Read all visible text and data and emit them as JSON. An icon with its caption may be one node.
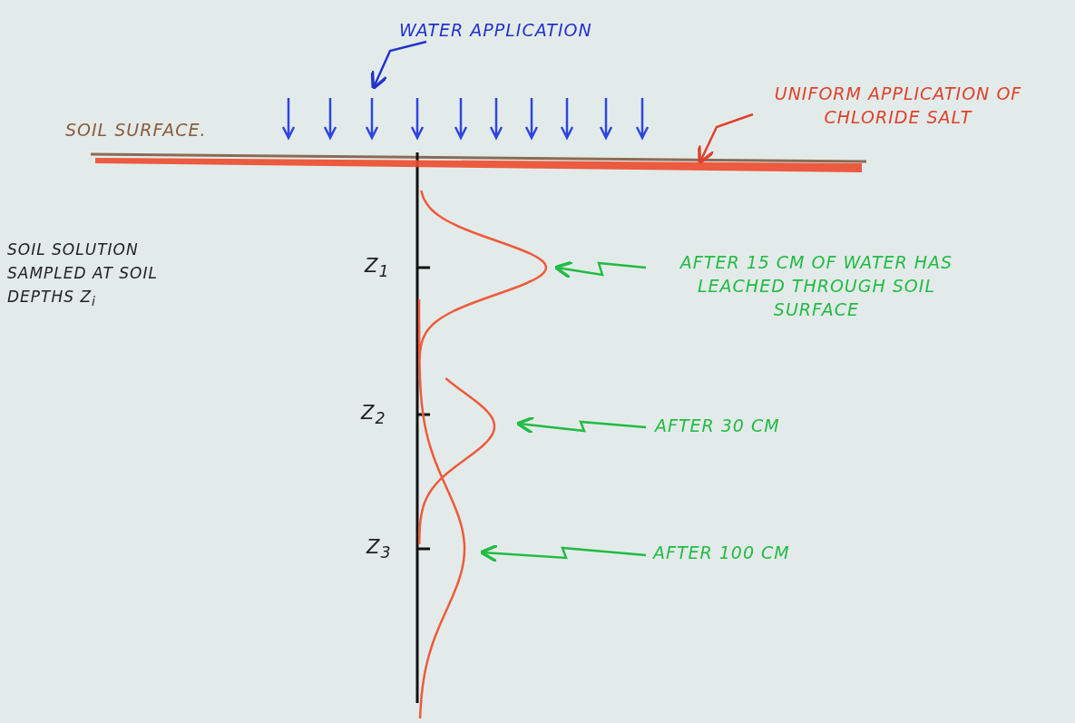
{
  "diagram": {
    "nodes": [
      {
        "text": [
          "WATER APPLICATION"
        ]
      },
      {
        "text": [
          "UNIFORM APPLICATION OF CHLORIDE SALT"
        ]
      },
      {
        "text": [],
        "shape": "bar"
      },
      {
        "text": [
          "AFTER 15 CM OF WATER HAS LEACHED THROUGH SOIL SURFACE"
        ]
      },
      {
        "text": [],
        "shape": "curve"
      },
      {
        "text": [
          "AFTER 30 CM"
        ]
      },
      {
        "text": [],
        "shape": "curve"
      },
      {
        "text": [
          "AFTER 100 CM"
        ]
      },
      {
        "text": [],
        "shape": "curve"
      }
    ],
    "edges": [
      {
        "from": 0,
        "to": null,
        "arrow": "to",
        "color": "#2233cc"
      },
      {
        "from": 1,
        "to": 2,
        "arrow": "to",
        "color": "#e0402a"
      },
      {
        "from": 3,
        "to": 4,
        "arrow": "to"
      },
      {
        "from": 5,
        "to": 6,
        "arrow": "to"
      },
      {
        "from": 7,
        "to": 8,
        "arrow": "to"
      }
    ],
    "labels": [
      "SOIL SURFACE.",
      "SOIL SOLUTION SAMPLED AT SOIL DEPTHS Z$_{i}$",
      "Z$_{1}$",
      "Z$_{2}$",
      "Z$_{3}$"
    ]
  }
}
